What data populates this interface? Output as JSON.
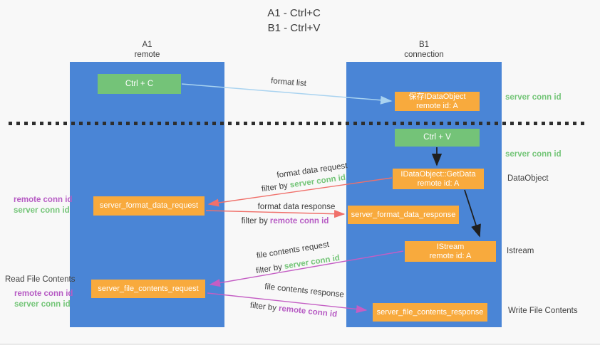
{
  "title": {
    "line1": "A1 - Ctrl+C",
    "line2": "B1 - Ctrl+V"
  },
  "lanes": {
    "a1": {
      "name": "A1",
      "subtitle": "remote"
    },
    "b1": {
      "name": "B1",
      "subtitle": "connection"
    }
  },
  "nodes": {
    "ctrl_c": {
      "label": "Ctrl + C"
    },
    "save_idataobject": {
      "line1": "保存IDataObject",
      "line2": "remote id: A"
    },
    "ctrl_v": {
      "label": "Ctrl + V"
    },
    "getdata": {
      "line1": "IDataObject::GetData",
      "line2": "remote id: A"
    },
    "format_request": {
      "label": "server_format_data_request"
    },
    "format_response": {
      "label": "server_format_data_response"
    },
    "istream": {
      "line1": "IStream",
      "line2": "remote id: A"
    },
    "file_request": {
      "label": "server_file_contents_request"
    },
    "file_response": {
      "label": "server_file_contents_response"
    }
  },
  "edge_labels": {
    "format_list": "format list",
    "format_data_request": "format data request",
    "format_data_response": "format data response",
    "file_contents_request": "file contents request",
    "file_contents_response": "file contents response",
    "filter_by": "filter by ",
    "server_conn_id": "server conn id",
    "remote_conn_id": "remote conn id"
  },
  "side_labels": {
    "server_conn_id": "server conn id",
    "remote_conn_id": "remote conn id",
    "dataobject": "DataObject",
    "istream": "Istream",
    "read_file_contents": "Read File Contents",
    "write_file_contents": "Write File Contents"
  },
  "colors": {
    "lane": "#4a85d6",
    "green_box": "#74c378",
    "orange_box": "#f8aa3d",
    "arrow_blue": "#a9d3f0",
    "arrow_red": "#f0706a",
    "arrow_magenta": "#c45ec4",
    "arrow_black": "#1f1f1f",
    "text_green": "#74c578",
    "text_purple": "#b75cc4"
  }
}
